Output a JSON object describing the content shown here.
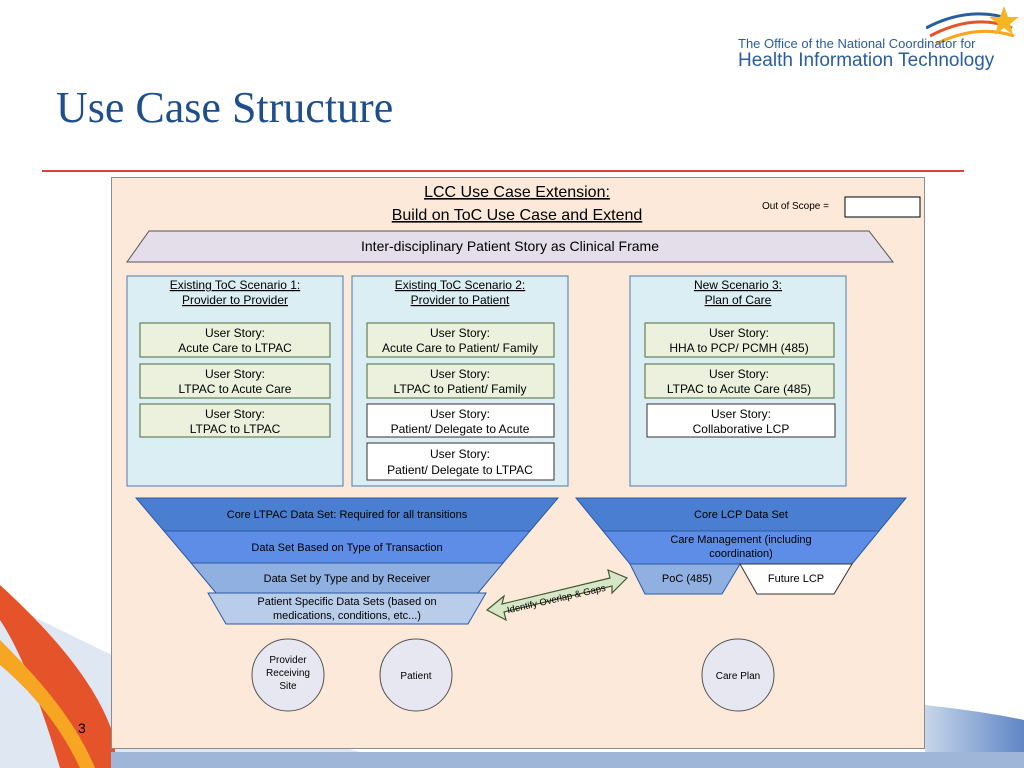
{
  "slide": {
    "title": "Use Case Structure",
    "page_number": "3",
    "logo": {
      "line1": "The Office of the National Coordinator for",
      "line2": "Health Information Technology"
    }
  },
  "diagram": {
    "title_line1": "LCC Use Case Extension:",
    "title_line2": "Build on ToC Use Case and Extend",
    "out_of_scope_label": "Out of Scope =",
    "banner": "Inter-disciplinary Patient Story as Clinical Frame",
    "scenarios": [
      {
        "title_line1": "Existing ToC Scenario 1:",
        "title_line2": "Provider to Provider",
        "stories": [
          {
            "line1": "User Story:",
            "line2": "Acute Care to LTPAC",
            "in_scope": true
          },
          {
            "line1": "User Story:",
            "line2": "LTPAC to Acute Care",
            "in_scope": true
          },
          {
            "line1": "User Story:",
            "line2": "LTPAC to LTPAC",
            "in_scope": true
          }
        ]
      },
      {
        "title_line1": "Existing ToC Scenario 2:",
        "title_line2": "Provider to Patient",
        "stories": [
          {
            "line1": "User Story:",
            "line2": "Acute Care to Patient/ Family",
            "in_scope": true
          },
          {
            "line1": "User Story:",
            "line2": "LTPAC to Patient/ Family",
            "in_scope": true
          },
          {
            "line1": "User Story:",
            "line2": "Patient/ Delegate to Acute",
            "in_scope": false
          },
          {
            "line1": "User Story:",
            "line2": "Patient/ Delegate to LTPAC",
            "in_scope": false
          }
        ]
      },
      {
        "title_line1": "New Scenario 3:",
        "title_line2": "Plan of Care",
        "stories": [
          {
            "line1": "User Story:",
            "line2": "HHA to PCP/ PCMH (485)",
            "in_scope": true
          },
          {
            "line1": "User Story:",
            "line2": "LTPAC to Acute Care (485)",
            "in_scope": true
          },
          {
            "line1": "User Story:",
            "line2": "Collaborative LCP",
            "in_scope": false
          }
        ]
      }
    ],
    "left_funnel": {
      "layer1": "Core LTPAC Data Set: Required for all transitions",
      "layer2": "Data Set Based on Type of Transaction",
      "layer3": "Data Set by Type and by Receiver",
      "layer4_line1": "Patient Specific Data Sets (based on",
      "layer4_line2": "medications, conditions, etc...)"
    },
    "right_funnel": {
      "layer1": "Core LCP Data Set",
      "layer2_line1": "Care Management (including",
      "layer2_line2": "coordination)",
      "layer3_left": "PoC (485)",
      "layer3_right": "Future LCP"
    },
    "arrow_label": "Identify Overlap & Gaps",
    "circles": {
      "provider_line1": "Provider",
      "provider_line2": "Receiving",
      "provider_line3": "Site",
      "patient": "Patient",
      "care_plan": "Care Plan"
    }
  },
  "colors": {
    "title": "#1f4e8c",
    "rule": "#d9433b",
    "panel": "#fde9da",
    "scenario_fill": "#dbeef4",
    "story_fill": "#ebf1dd",
    "funnel_dark": "#4a7ed0",
    "funnel_mid": "#5d8de6",
    "funnel_light": "#8fb0e0",
    "funnel_lightest": "#b9cdea",
    "banner_fill": "#e3deea"
  }
}
